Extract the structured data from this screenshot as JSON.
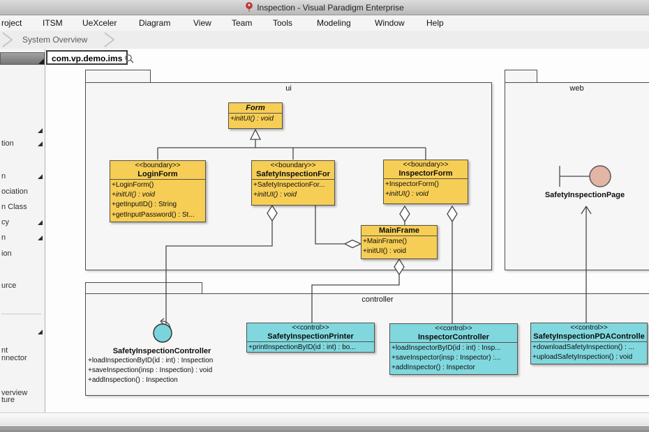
{
  "titlebar": {
    "title": "Inspection - Visual Paradigm Enterprise"
  },
  "menubar": {
    "items": [
      "roject",
      "ITSM",
      "UeXceler",
      "Diagram",
      "View",
      "Team",
      "Tools",
      "Modeling",
      "Window",
      "Help"
    ]
  },
  "breadcrumb": {
    "label": "System Overview"
  },
  "editor_tab": {
    "label": "com.vp.demo.ims"
  },
  "palette": {
    "items": [
      {
        "label": ""
      },
      {
        "label": "tion"
      },
      {
        "label": "n"
      },
      {
        "label": "ociation"
      },
      {
        "label": "n Class"
      },
      {
        "label": "cy"
      },
      {
        "label": "n"
      },
      {
        "label": "ion"
      },
      {
        "label": "urce"
      },
      {
        "label": "nt"
      },
      {
        "label": ""
      },
      {
        "label": "verview"
      },
      {
        "label": "nnector"
      },
      {
        "label": "ture"
      }
    ]
  },
  "diagram": {
    "packages": {
      "ui": "ui",
      "web": "web",
      "controller": "controller"
    },
    "form": {
      "name": "Form",
      "ops": [
        "+initUI() : void"
      ]
    },
    "login_form": {
      "stereotype": "<<boundary>>",
      "name": "LoginForm",
      "ops": [
        "+LoginForm()",
        "+initUI() : void",
        "+getInputID() : String",
        "+getInputPassword() : St..."
      ]
    },
    "safety_inspection_form": {
      "stereotype": "<<boundary>>",
      "name": "SafetyInspectionFor",
      "ops": [
        "+SafetyInspectionFor...",
        "+initUI() : void"
      ]
    },
    "inspector_form": {
      "stereotype": "<<boundary>>",
      "name": "InspectorForm",
      "ops": [
        "+InspectorForm()",
        "+initUI() : void"
      ]
    },
    "main_frame": {
      "name": "MainFrame",
      "ops": [
        "+MainFrame()",
        "+initUI() : void"
      ]
    },
    "safety_inspection_page": {
      "name": "SafetyInspectionPage"
    },
    "safety_inspection_controller": {
      "name": "SafetyInspectionController",
      "ops": [
        "+loadInspectionByID(id : int) : Inspection",
        "+saveInspection(insp : Inspection) : void",
        "+addInspection() : Inspection"
      ]
    },
    "safety_inspection_printer": {
      "stereotype": "<<control>>",
      "name": "SafetyInspectionPrinter",
      "ops": [
        "+printInspectionByID(id : int) : bo..."
      ]
    },
    "inspector_controller": {
      "stereotype": "<<control>>",
      "name": "InspectorController",
      "ops": [
        "+loadInspectorByID(id : int) : Insp...",
        "+saveInspector(insp : Inspector) :...",
        "+addInspector() : Inspector"
      ]
    },
    "pda_controller": {
      "stereotype": "<<control>>",
      "name": "SafetyInspectionPDAControlle",
      "ops": [
        "+downloadSafetyInspection() : ...",
        "+uploadSafetyInspection() : void"
      ]
    }
  },
  "colors": {
    "class_yellow": "#f6ce55",
    "class_cyan": "#80d8de",
    "ball_salmon": "#e2b5a5",
    "pin_red": "#cf3434"
  }
}
